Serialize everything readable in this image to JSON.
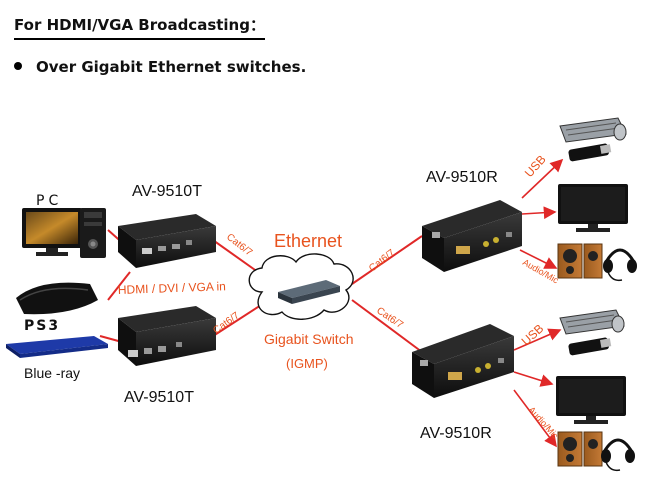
{
  "heading": "For HDMI/VGA Broadcasting：",
  "bullet": "Over Gigabit Ethernet switches.",
  "sources": {
    "pc": "PC",
    "ps3": "PS3",
    "bluray": "Blue -ray"
  },
  "transmitters": {
    "top": "AV-9510T",
    "bottom": "AV-9510T"
  },
  "input_label": "HDMI / DVI / VGA  in",
  "cables": {
    "t_top": "Cat6/7",
    "t_bottom": "Cat6/7",
    "r_top": "Cat6/7",
    "r_bottom": "Cat6/7"
  },
  "network": {
    "name": "Ethernet",
    "switch": "Gigabit Switch",
    "protocol": "(IGMP)"
  },
  "receivers": {
    "top": "AV-9510R",
    "bottom": "AV-9510R"
  },
  "outputs": {
    "usb_top": "USB",
    "usb_bottom": "USB",
    "audio_top": "Audio/Mic",
    "audio_bottom": "Audio/Mic"
  },
  "colors": {
    "accent": "#e8531e",
    "line": "#e02828",
    "text": "#111111",
    "device": "#1a1a1a"
  }
}
